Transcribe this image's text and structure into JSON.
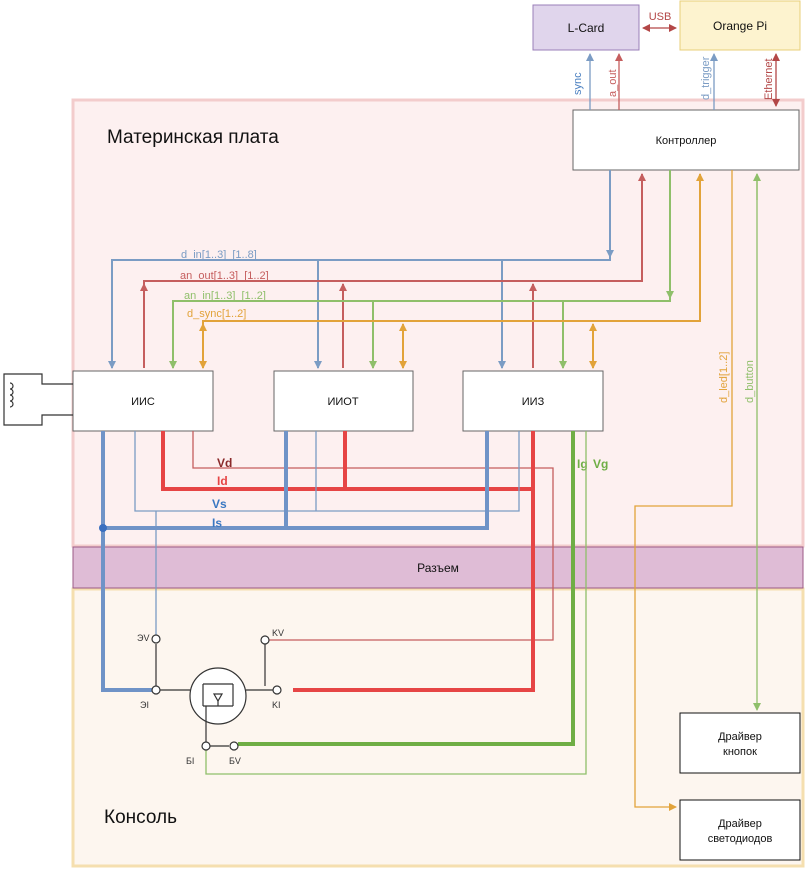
{
  "regions": {
    "motherboard": "Материнская плата",
    "console": "Консоль",
    "connector": "Разъем"
  },
  "blocks": {
    "lcard": "L-Card",
    "orangepi": "Orange Pi",
    "controller": "Контроллер",
    "iis": "ИИС",
    "iiot": "ИИОТ",
    "iiz": "ИИЗ",
    "button_driver": "Драйвер кнопок",
    "led_driver": "Драйвер светодиодов"
  },
  "top_links": {
    "usb": "USB",
    "sync": "sync",
    "a_out": "a_out",
    "d_trigger": "d_trigger",
    "ethernet": "Ethernet"
  },
  "buses": {
    "d_in": "d_in[1..3]_[1..8]",
    "an_out": "an_out[1..3]_[1..2]",
    "an_in": "an_in[1..3]_[1..2]",
    "d_sync": "d_sync[1..2]",
    "d_led": "d_led[1..2]",
    "d_button": "d_button"
  },
  "signals": {
    "vd": "Vd",
    "id": "Id",
    "vs": "Vs",
    "is": "Is",
    "ig": "Ig",
    "vg": "Vg"
  },
  "terminals": {
    "ev": "ЭV",
    "ei": "ЭI",
    "kv": "KV",
    "ki": "KI",
    "bi": "БI",
    "bv": "БV"
  },
  "colors": {
    "blue": "#7b9cc4",
    "red": "#c55e5e",
    "green": "#8fbf6a",
    "orange": "#e2a33a",
    "bold_red": "#e64545",
    "bold_green": "#6fae45",
    "bold_blue": "#6f93c7"
  }
}
